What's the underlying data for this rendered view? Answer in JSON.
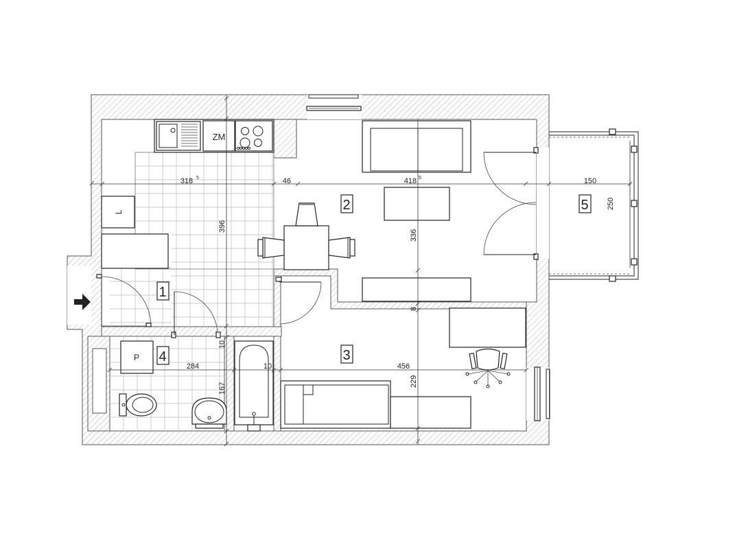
{
  "rooms": {
    "room1": "1",
    "room2": "2",
    "room3": "3",
    "room4": "4",
    "room5": "5"
  },
  "fixtures": {
    "fridge": "ZM",
    "wardrobe_l": "L",
    "wardrobe_p": "P"
  },
  "dimensions": {
    "d_318": "318",
    "d_318_sup": "5",
    "d_46": "46",
    "d_418": "418",
    "d_418_sup": "5",
    "d_150": "150",
    "d_250": "250",
    "d_396": "396",
    "d_336": "336",
    "d_8": "8",
    "d_284": "284",
    "d_10a": "10",
    "d_10b": "10",
    "d_456": "456",
    "d_167": "167",
    "d_229": "229"
  },
  "icons": {
    "entrance": "arrow-right-icon"
  }
}
